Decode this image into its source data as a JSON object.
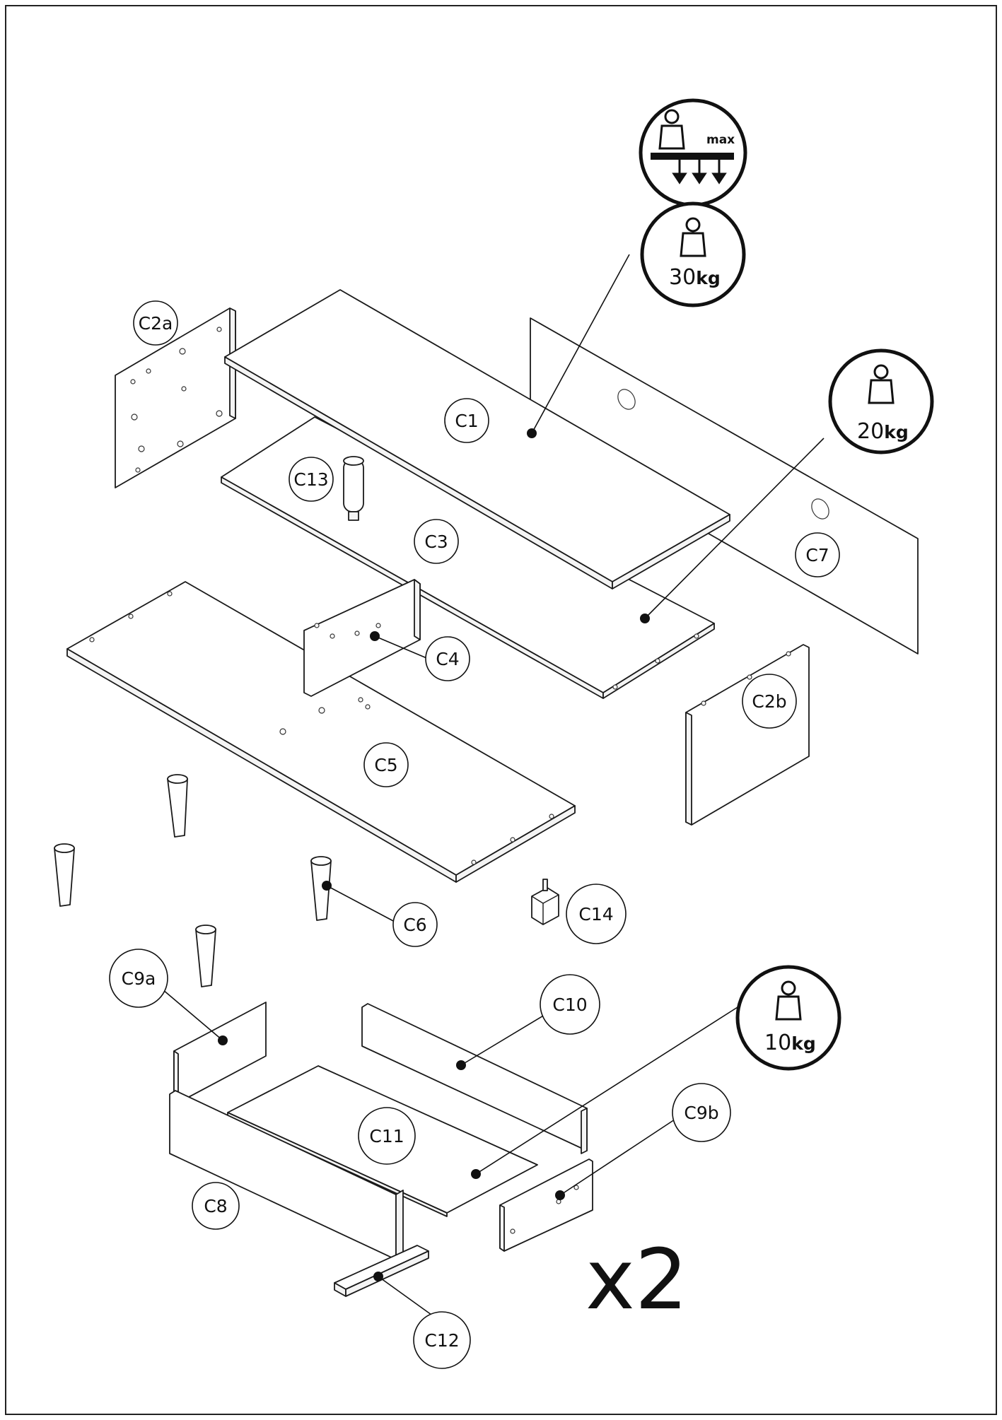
{
  "callouts": {
    "C1": "C1",
    "C2a": "C2a",
    "C2b": "C2b",
    "C3": "C3",
    "C4": "C4",
    "C5": "C5",
    "C6": "C6",
    "C7": "C7",
    "C8": "C8",
    "C9a": "C9a",
    "C9b": "C9b",
    "C10": "C10",
    "C11": "C11",
    "C12": "C12",
    "C13": "C13",
    "C14": "C14"
  },
  "max_load_icon": {
    "label": "max"
  },
  "weight_badges": {
    "top": {
      "value": "30",
      "unit": "kg"
    },
    "shelf": {
      "value": "20",
      "unit": "kg"
    },
    "drawer": {
      "value": "10",
      "unit": "kg"
    }
  },
  "multiplier": "x2",
  "icons": {
    "max_load": "max-load-icon",
    "weight": "weight-icon",
    "leg": "leg-icon",
    "dowel": "dowel-icon",
    "foot": "foot-icon"
  }
}
